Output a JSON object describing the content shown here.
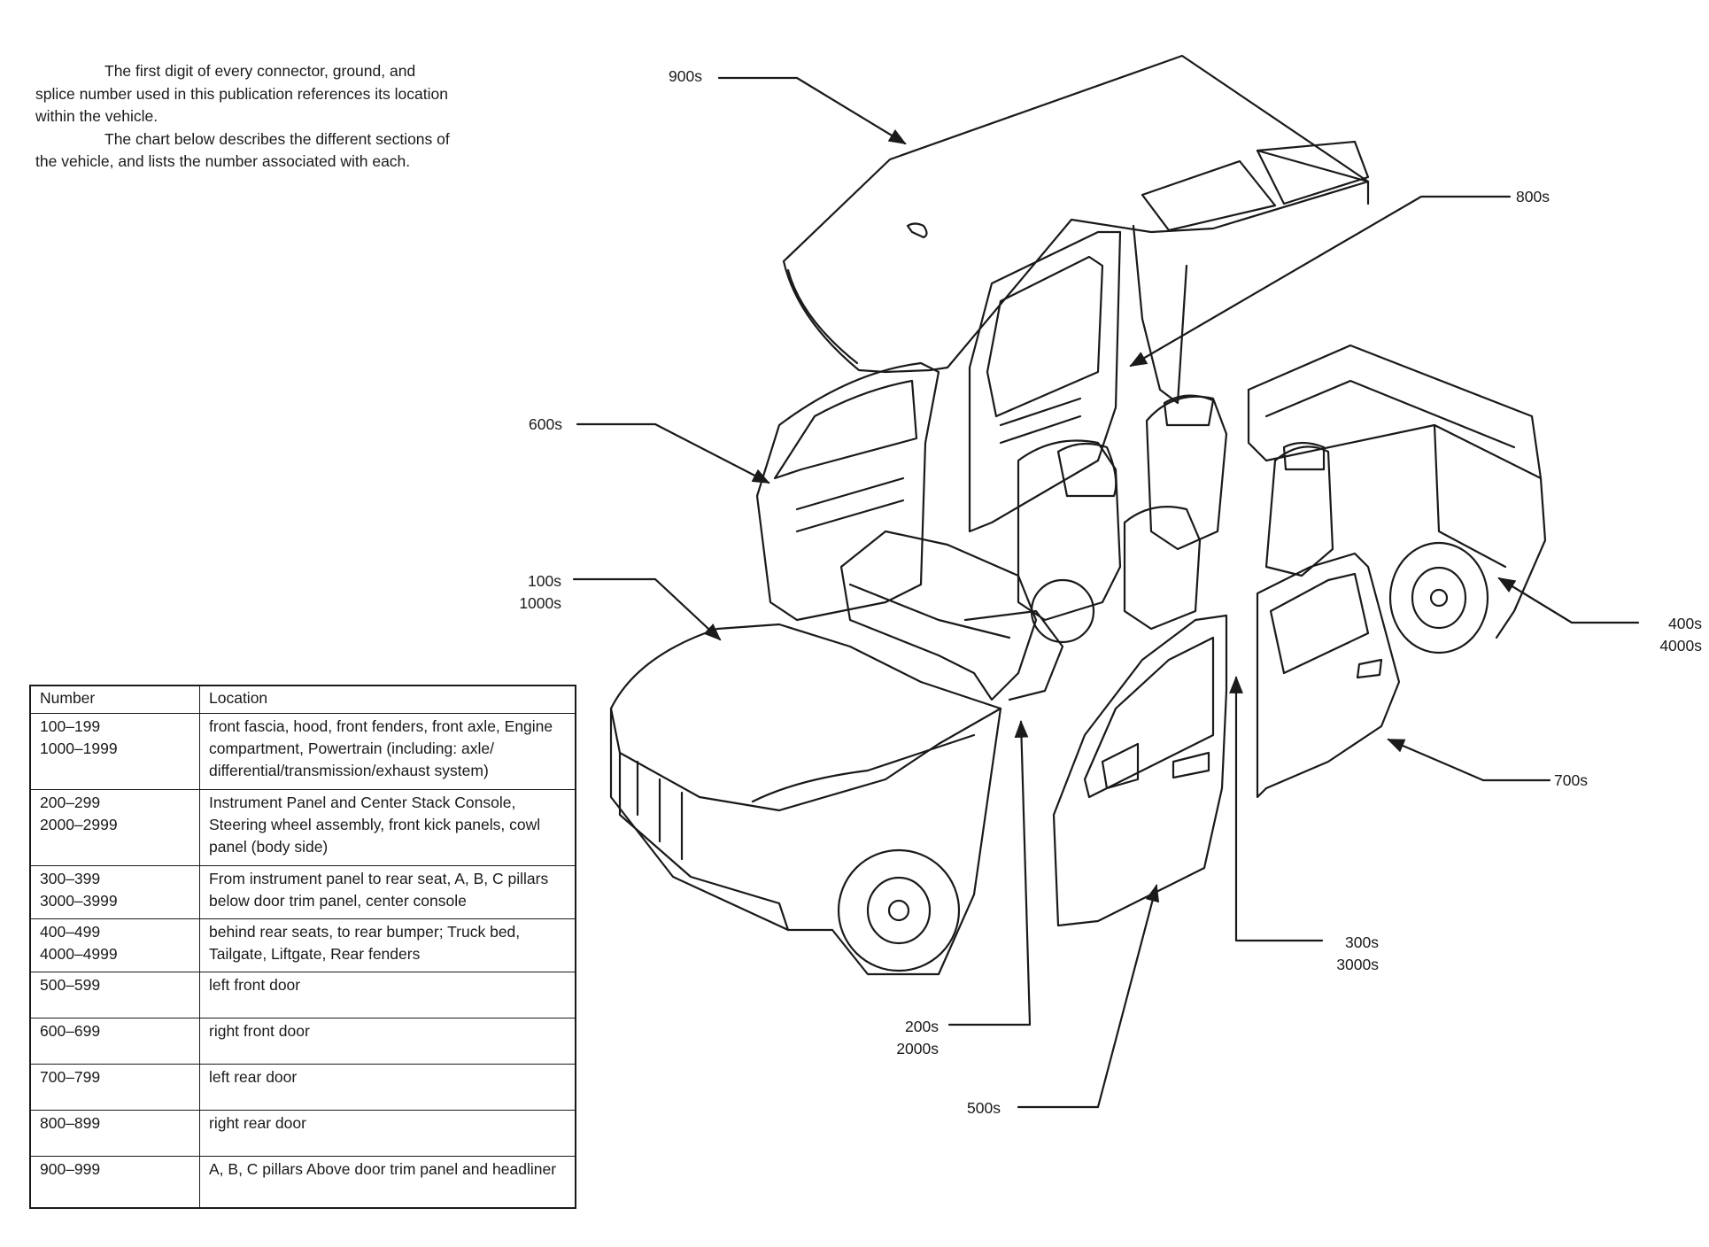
{
  "intro": {
    "paragraph1": "The first digit of every connector, ground, and splice number used in this publication references its location within the vehicle.",
    "paragraph2": "The chart below describes the different sections of the vehicle, and lists the number associated with each."
  },
  "table": {
    "headers": [
      "Number",
      "Location"
    ],
    "rows": [
      {
        "number": [
          "100–199",
          "1000–1999"
        ],
        "location": "front fascia, hood, front fenders, front axle, Engine compartment, Powertrain (including: axle/ differential/transmission/exhaust system)"
      },
      {
        "number": [
          "200–299",
          "2000–2999"
        ],
        "location": "Instrument Panel and Center Stack Console, Steering wheel assembly, front kick panels, cowl panel (body side)"
      },
      {
        "number": [
          "300–399",
          "3000–3999"
        ],
        "location": "From instrument panel to rear seat, A, B, C pillars below door trim panel, center console"
      },
      {
        "number": [
          "400–499",
          "4000–4999"
        ],
        "location": "behind rear seats, to rear bumper;  Truck bed, Tailgate, Liftgate, Rear fenders"
      },
      {
        "number": [
          "500–599"
        ],
        "location": "left front door"
      },
      {
        "number": [
          "600–699"
        ],
        "location": "right front door"
      },
      {
        "number": [
          "700–799"
        ],
        "location": "left rear door"
      },
      {
        "number": [
          "800–899"
        ],
        "location": "right rear door"
      },
      {
        "number": [
          "900–999"
        ],
        "location": "A, B, C pillars Above door trim panel and headliner"
      }
    ]
  },
  "callouts": {
    "c900": [
      "900s"
    ],
    "c800": [
      "800s"
    ],
    "c600": [
      "600s"
    ],
    "c100": [
      "100s",
      "1000s"
    ],
    "c400": [
      "400s",
      "4000s"
    ],
    "c700": [
      "700s"
    ],
    "c300": [
      "300s",
      "3000s"
    ],
    "c200": [
      "200s",
      "2000s"
    ],
    "c500": [
      "500s"
    ]
  },
  "colors": {
    "ink": "#1a1a1a",
    "paper": "#ffffff"
  }
}
